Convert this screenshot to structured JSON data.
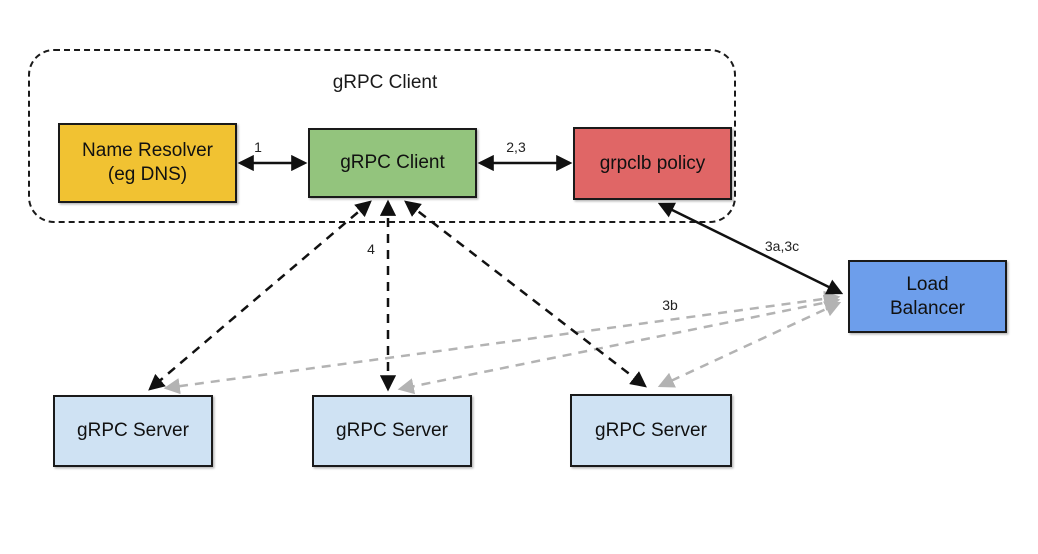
{
  "diagram": {
    "container_title": "gRPC Client",
    "nodes": {
      "name_resolver": {
        "label": "Name Resolver\n(eg DNS)",
        "fill": "#f1c232"
      },
      "grpc_client": {
        "label": "gRPC Client",
        "fill": "#93c47d"
      },
      "grpclb_policy": {
        "label": "grpclb policy",
        "fill": "#e06666"
      },
      "load_balancer": {
        "label": "Load\nBalancer",
        "fill": "#6d9eeb"
      },
      "server_1": {
        "label": "gRPC Server",
        "fill": "#cfe2f3"
      },
      "server_2": {
        "label": "gRPC Server",
        "fill": "#cfe2f3"
      },
      "server_3": {
        "label": "gRPC Server",
        "fill": "#cfe2f3"
      }
    },
    "edge_labels": {
      "resolver_to_client": "1",
      "client_to_policy": "2,3",
      "policy_to_balancer": "3a,3c",
      "client_to_servers": "4",
      "balancer_to_servers": "3b"
    },
    "colors": {
      "black_arrow": "#111111",
      "gray_arrow": "#b3b3b3",
      "node_border": "#1a1a1a"
    }
  }
}
